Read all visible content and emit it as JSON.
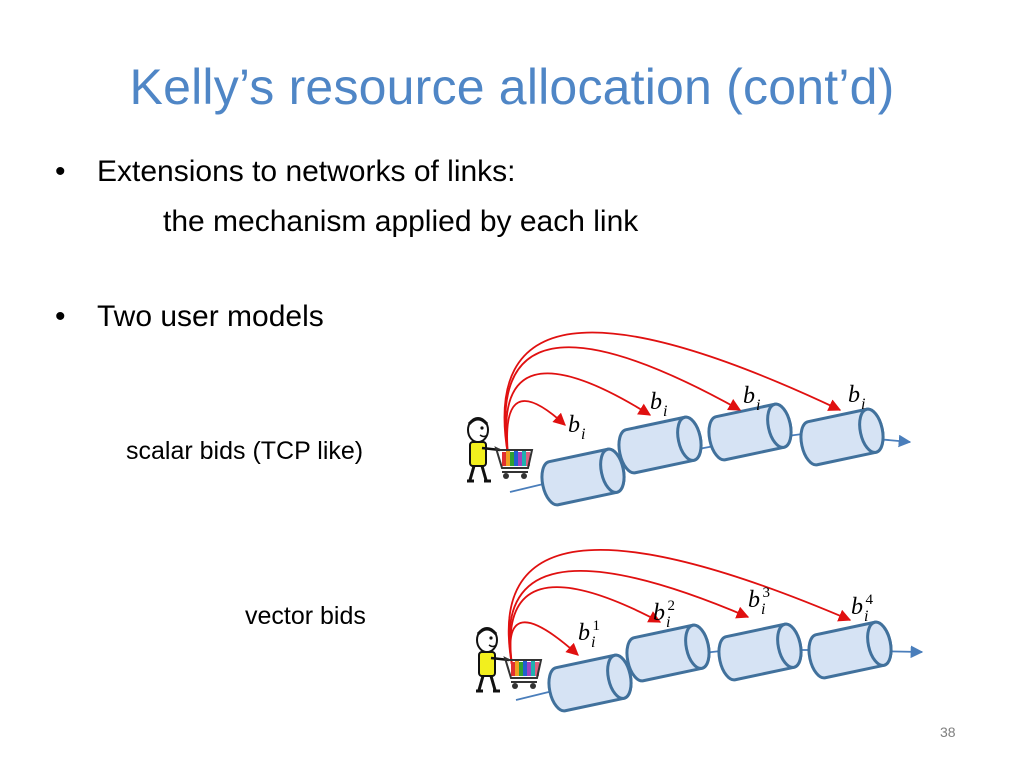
{
  "slide": {
    "title": "Kelly’s resource allocation (cont’d)",
    "bullets": [
      {
        "bullet": "•",
        "text": "Extensions to networks of links:"
      },
      {
        "bullet": "•",
        "text": "Two user models"
      }
    ],
    "sub_text": "the mechanism applied by each link",
    "page_number": "38"
  },
  "diagram": {
    "colors": {
      "arrow": "#e01010",
      "link_fill": "#d6e3f4",
      "link_stroke": "#41719c",
      "flow": "#4a7ebb",
      "shirt": "#f2ef1e"
    },
    "icons": [
      "person-with-shopping-cart-icon",
      "link-cylinder-icon"
    ],
    "scalar": {
      "label": "scalar bids (TCP like)",
      "bids": [
        {
          "base": "b",
          "sub": "i",
          "sup": ""
        },
        {
          "base": "b",
          "sub": "i",
          "sup": ""
        },
        {
          "base": "b",
          "sub": "i",
          "sup": ""
        },
        {
          "base": "b",
          "sub": "i",
          "sup": ""
        }
      ]
    },
    "vector": {
      "label": "vector bids",
      "bids": [
        {
          "base": "b",
          "sub": "i",
          "sup": "1"
        },
        {
          "base": "b",
          "sub": "i",
          "sup": "2"
        },
        {
          "base": "b",
          "sub": "i",
          "sup": "3"
        },
        {
          "base": "b",
          "sub": "i",
          "sup": "4"
        }
      ]
    }
  }
}
